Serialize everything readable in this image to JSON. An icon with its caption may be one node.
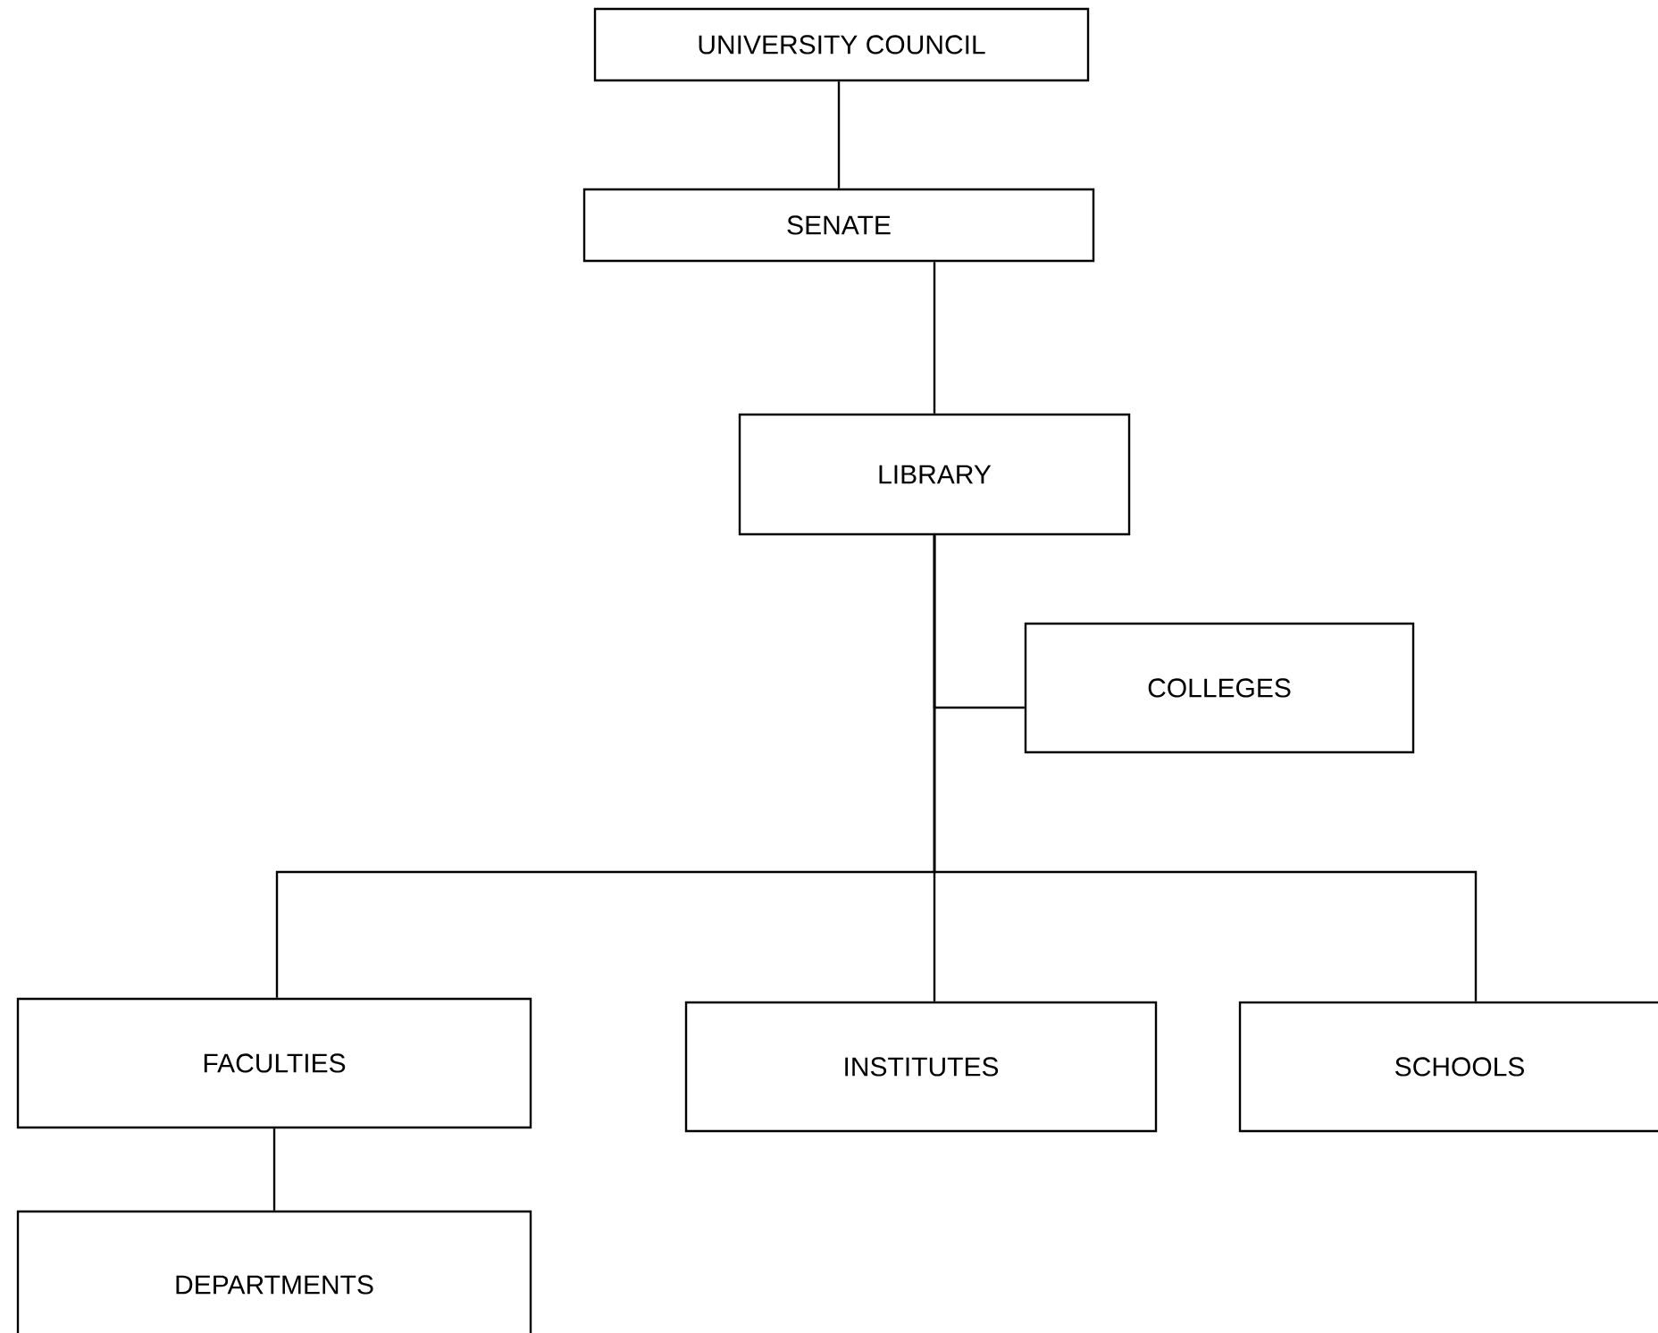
{
  "diagram": {
    "nodes": [
      {
        "text": [
          "UNIVERSITY COUNCIL"
        ]
      },
      {
        "text": [
          "SENATE"
        ]
      },
      {
        "text": [
          "LIBRARY"
        ]
      },
      {
        "text": [
          "COLLEGES"
        ]
      },
      {
        "text": [
          "FACULTIES"
        ]
      },
      {
        "text": [
          "INSTITUTES"
        ]
      },
      {
        "text": [
          "SCHOOLS"
        ]
      },
      {
        "text": [
          "DEPARTMENTS"
        ]
      }
    ],
    "edges": [
      {
        "from": 0,
        "to": 1,
        "arrow": "none"
      },
      {
        "from": 1,
        "to": 2,
        "arrow": "none"
      },
      {
        "from": 2,
        "to": 3,
        "arrow": "none"
      },
      {
        "from": 2,
        "to": 4,
        "arrow": "none"
      },
      {
        "from": 2,
        "to": 5,
        "arrow": "none"
      },
      {
        "from": 2,
        "to": 6,
        "arrow": "none"
      },
      {
        "from": 4,
        "to": 7,
        "arrow": "none"
      }
    ]
  }
}
